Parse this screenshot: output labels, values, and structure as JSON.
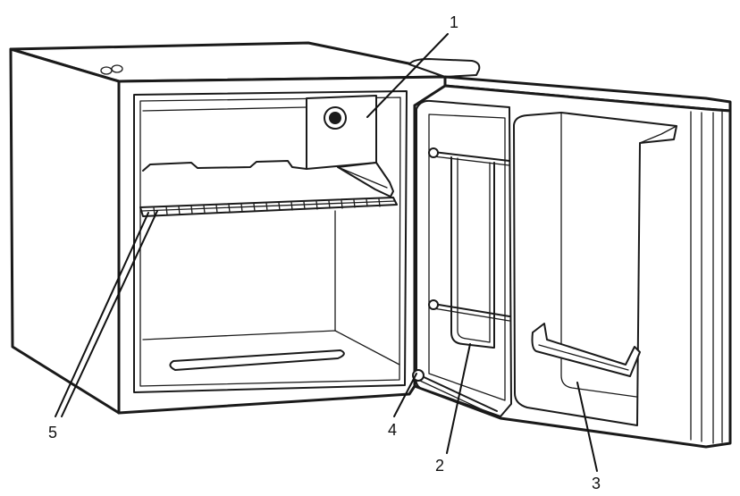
{
  "figure": {
    "line_color": "#1a1a1a",
    "background": "#ffffff"
  },
  "callouts": {
    "one": "1",
    "two": "2",
    "three": "3",
    "four": "4",
    "five": "5"
  }
}
